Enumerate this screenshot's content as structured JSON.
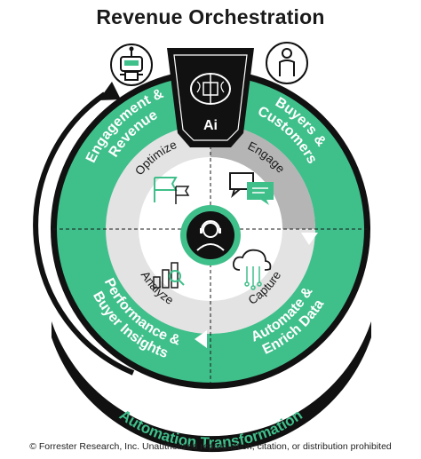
{
  "title": "Revenue Orchestration",
  "ai_label": "Ai",
  "outer_quadrants": {
    "top_left": [
      "Engagement &",
      "Revenue"
    ],
    "top_right": [
      "Buyers &",
      "Customers"
    ],
    "bottom_left": [
      "Performance &",
      "Buyer Insights"
    ],
    "bottom_right": [
      "Automate &",
      "Enrich Data"
    ]
  },
  "inner_steps": {
    "optimize": "Optimize",
    "engage": "Engage",
    "capture": "Capture",
    "analyze": "Analyze"
  },
  "bottom_band": "Automation Transformation",
  "footer": "© Forrester Research, Inc. Unauthorized reproduction, citation, or distribution prohibited",
  "colors": {
    "green": "#3fbf8a",
    "black": "#111111",
    "light_gray": "#e3e3e3",
    "mid_gray": "#b5b5b5",
    "white": "#ffffff"
  },
  "icons": {
    "robot": "robot-icon",
    "person": "person-icon",
    "brain": "brain-chip-icon",
    "headset": "headset-agent-icon",
    "flags": "flags-icon",
    "chat": "chat-bubbles-icon",
    "analytics": "bar-chart-magnifier-icon",
    "cloud": "cloud-network-icon"
  }
}
